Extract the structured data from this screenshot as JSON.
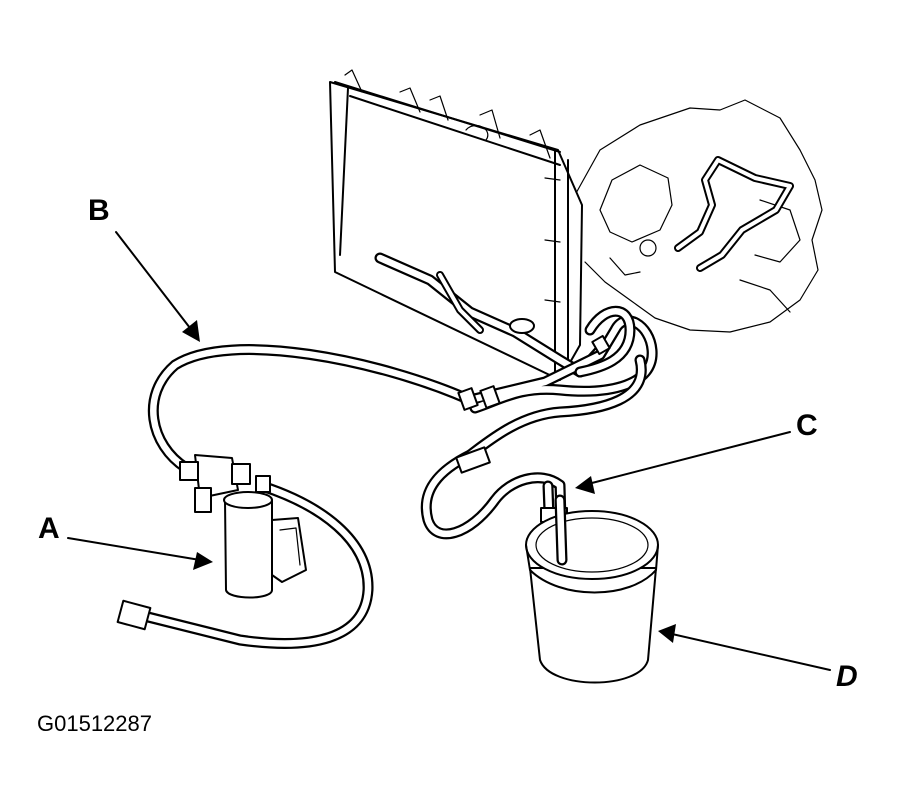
{
  "callouts": {
    "a": "A",
    "b": "B",
    "c": "C",
    "d": "D"
  },
  "figure_id": "G01512287"
}
